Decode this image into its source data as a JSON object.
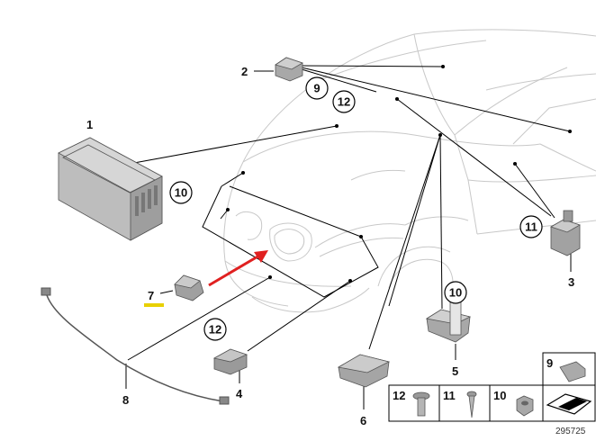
{
  "diagram": {
    "reference_number": "295725",
    "part_labels": {
      "p1": "1",
      "p2": "2",
      "p3": "3",
      "p4": "4",
      "p5": "5",
      "p6": "6",
      "p7": "7",
      "p8": "8"
    },
    "callouts": {
      "c9": "9",
      "c12_top": "12",
      "c10_module": "10",
      "c11": "11",
      "c12_sensor": "12",
      "c10_bracket": "10"
    },
    "legend": {
      "bolt_12": "12",
      "screw_11": "11",
      "nut_10": "10",
      "clip_9": "9"
    },
    "colors": {
      "arrow": "#e02020",
      "highlight": "#e8d000"
    }
  }
}
